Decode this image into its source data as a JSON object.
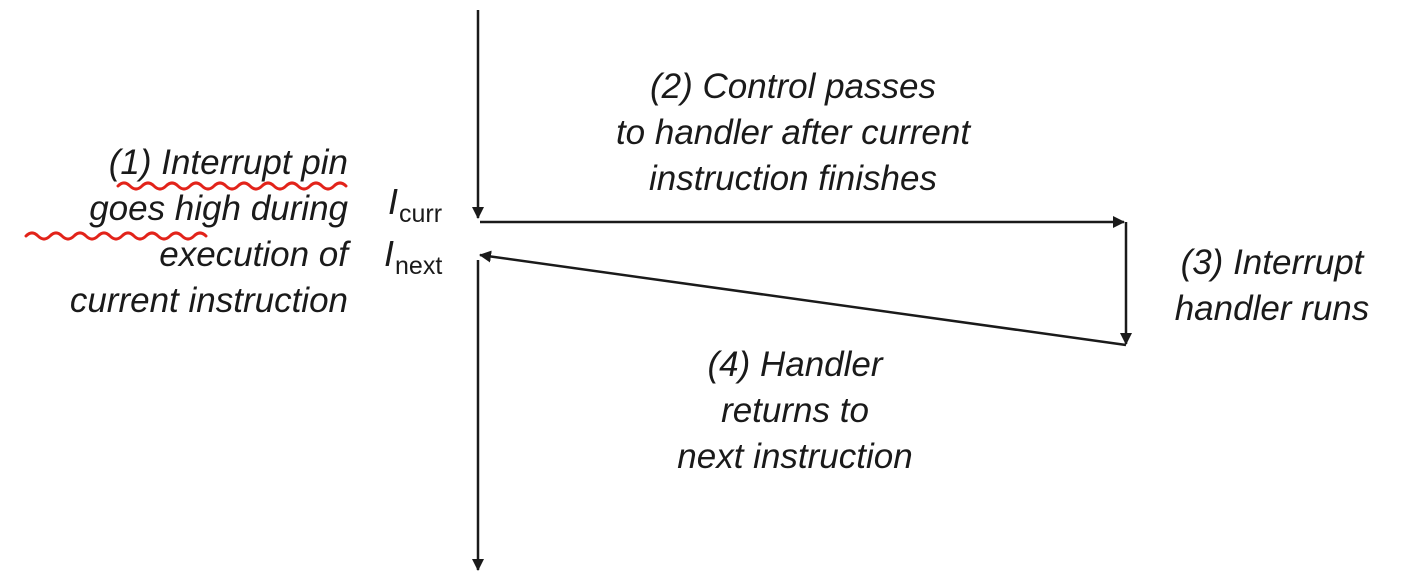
{
  "labels": {
    "step1": [
      "(1) Interrupt pin",
      "goes high during",
      "execution of",
      "current instruction"
    ],
    "step2": [
      "(2) Control passes",
      "to handler after current",
      "instruction finishes"
    ],
    "step3": [
      "(3) Interrupt",
      "handler runs"
    ],
    "step4": [
      "(4) Handler",
      "returns to",
      "next instruction"
    ]
  },
  "instructions": {
    "curr": {
      "symbol": "I",
      "subscript": "curr"
    },
    "next": {
      "symbol": "I",
      "subscript": "next"
    }
  },
  "colors": {
    "ink": "#1a1a1a",
    "annotation_squiggle": "#e2231a"
  }
}
